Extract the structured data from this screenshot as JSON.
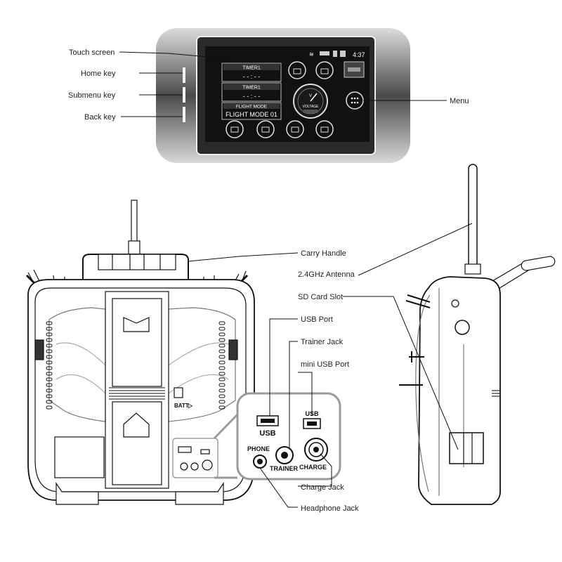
{
  "callouts": {
    "touch_screen": "Touch screen",
    "home_key": "Home key",
    "submenu_key": "Submenu key",
    "back_key": "Back key",
    "menu": "Menu",
    "carry_handle": "Carry Handle",
    "antenna": "2.4GHz Antenna",
    "sd_card_slot": "SD Card Slot",
    "usb_port": "USB Port",
    "trainer_jack": "Trainer Jack",
    "mini_usb_port": "mini USB Port",
    "charge_jack": "Charge Jack",
    "headphone_jack": "Headphone Jack"
  },
  "screen": {
    "time": "4:37",
    "timer1_label": "TIMER1",
    "timer1_value": "- - : - -",
    "timer2_label": "TIMER1",
    "timer2_value": "- - : - -",
    "flight_mode_label": "FLIGHT MODE",
    "flight_mode_value": "FLIGHT MODE 01",
    "gauge_label": "VOLTAGE",
    "gauge_letter": "V"
  },
  "panel": {
    "usb": "USB",
    "phone": "PHONE",
    "trainer": "TRAINER",
    "charge": "CHARGE",
    "mini_usb": "USB",
    "batt": "BATT"
  },
  "colors": {
    "screen_bg": "#111111",
    "bezel": "#2a2a2a",
    "line": "#111111",
    "panel_outline": "#9a9a9a"
  }
}
